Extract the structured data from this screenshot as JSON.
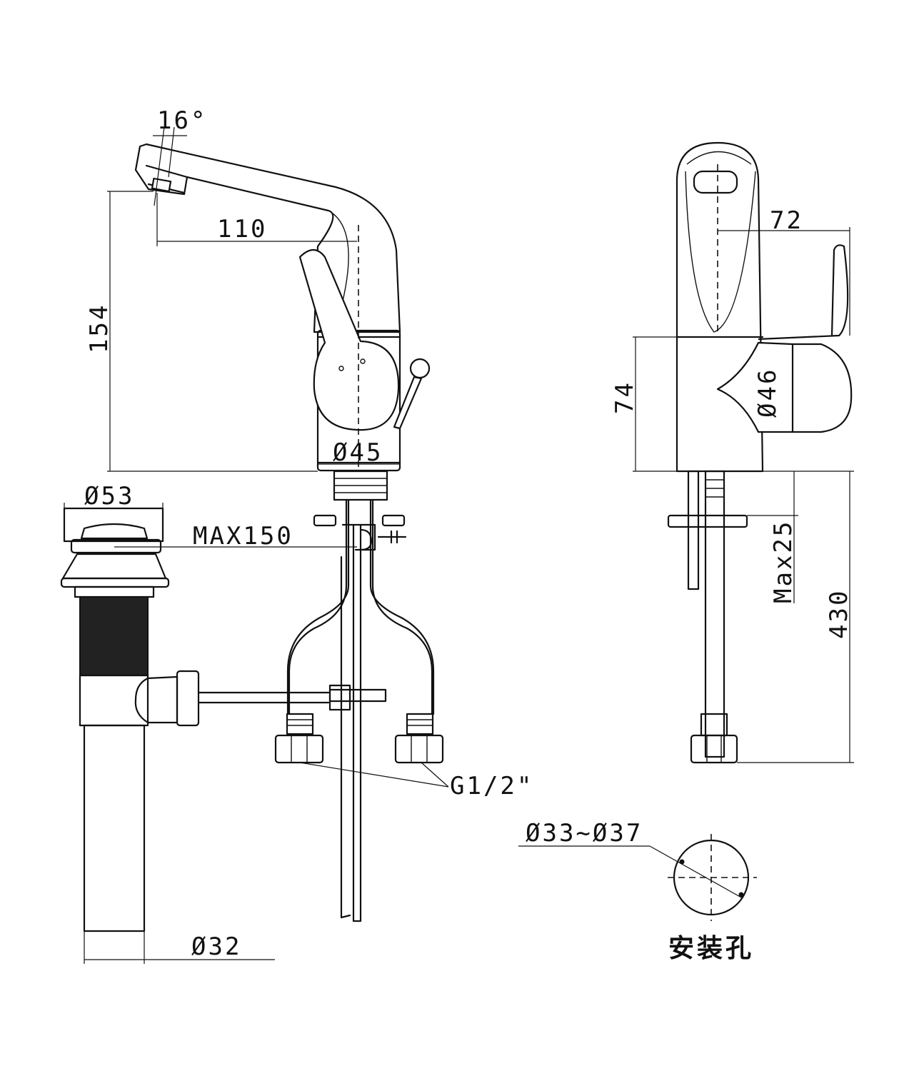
{
  "drawing": {
    "dimensions": {
      "spout_angle": "16°",
      "spout_reach": "110",
      "spout_height": "154",
      "body_diameter": "Ø45",
      "drain_diameter": "Ø53",
      "max_thickness": "MAX150",
      "drain_pipe_diameter": "Ø32",
      "inlet_thread": "G1/2\"",
      "side_depth": "72",
      "side_body_height": "74",
      "handle_diameter": "Ø46",
      "max_deck": "Max25",
      "total_length": "430",
      "hole_diameter": "Ø33~Ø37"
    },
    "hole_caption": "安装孔"
  }
}
